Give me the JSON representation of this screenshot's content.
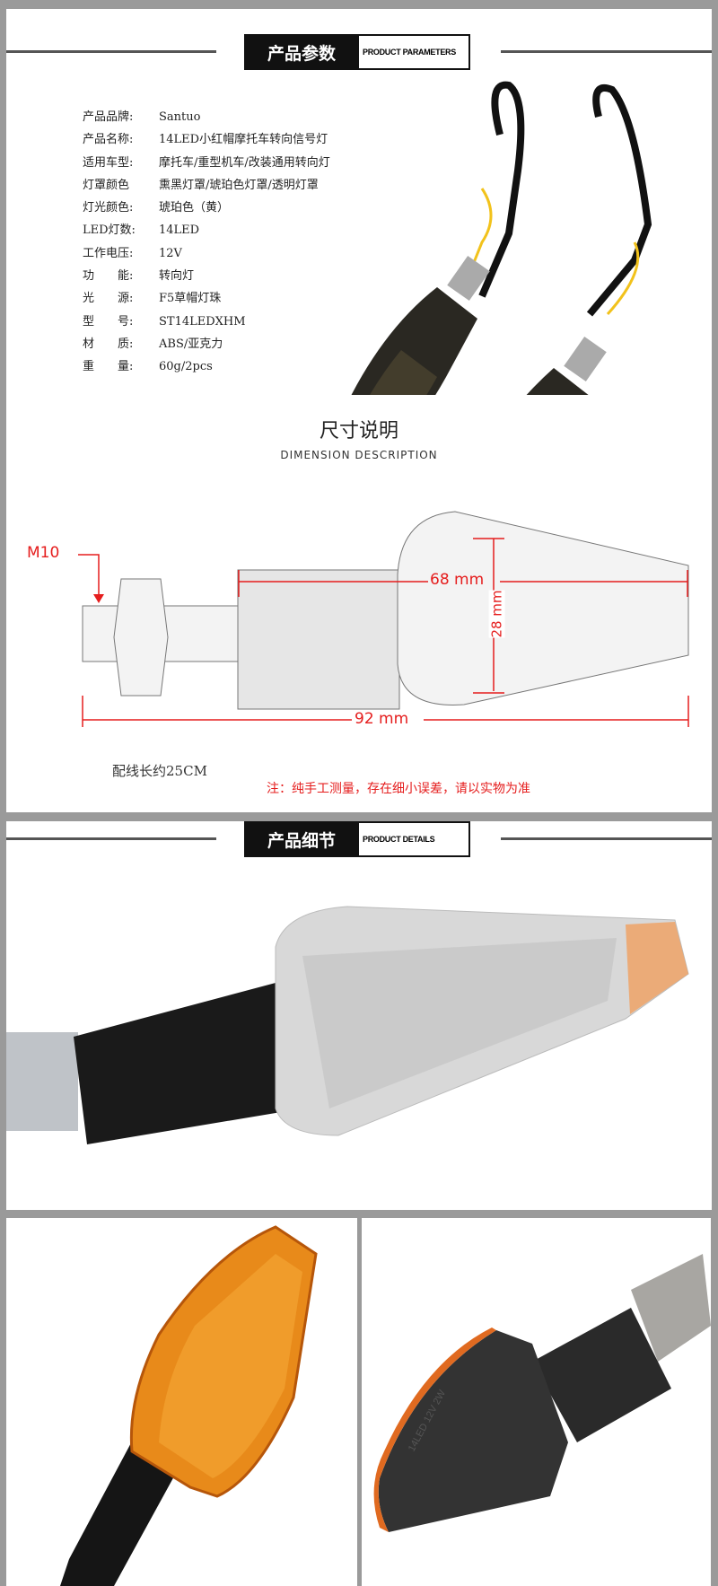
{
  "params_header": {
    "title_cn": "产品参数",
    "title_en": "PRODUCT PARAMETERS"
  },
  "specs": [
    {
      "key": "产品品牌:",
      "value": "Santuo"
    },
    {
      "key": "产品名称:",
      "value": "14LED小红帽摩托车转向信号灯"
    },
    {
      "key": "适用车型:",
      "value": "摩托车/重型机车/改装通用转向灯"
    },
    {
      "key": "灯罩颜色",
      "value": "熏黑灯罩/琥珀色灯罩/透明灯罩"
    },
    {
      "key": "灯光颜色:",
      "value": "琥珀色（黄）"
    },
    {
      "key": "LED灯数:",
      "value": "14LED"
    },
    {
      "key": "工作电压:",
      "value": "12V"
    },
    {
      "key": "功　　能:",
      "value": "转向灯"
    },
    {
      "key": "光　　源:",
      "value": "F5草帽灯珠"
    },
    {
      "key": "型　　号:",
      "value": "ST14LEDXHM"
    },
    {
      "key": "材　　质:",
      "value": "ABS/亚克力"
    },
    {
      "key": "重　　量:",
      "value": "60g/2pcs"
    }
  ],
  "dimension": {
    "title_cn": "尺寸说明",
    "title_en": "DIMENSION DESCRIPTION",
    "thread": "M10",
    "length_lens": "68 mm",
    "width": "28 mm",
    "length_total": "92 mm",
    "wire_note": "配线长约25CM",
    "disclaimer": "注：纯手工测量，存在细小误差，请以实物为准",
    "accent_color": "#e51d1d"
  },
  "details_header": {
    "title_cn": "产品细节",
    "title_en": "PRODUCT DETAILS"
  },
  "detail_photos": {
    "rear_marking": "14LED 12V 2W"
  }
}
